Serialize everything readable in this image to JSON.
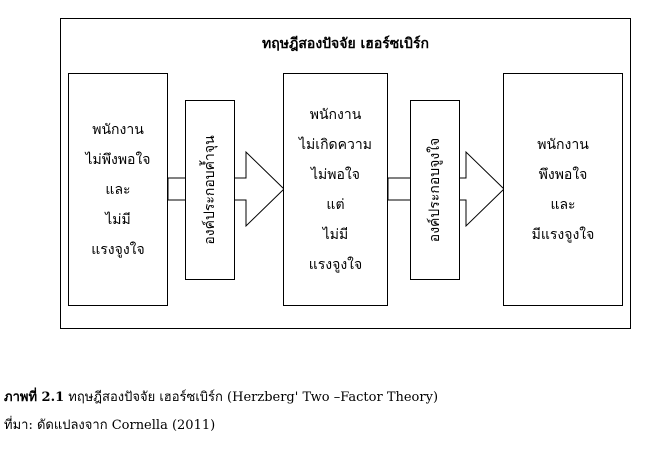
{
  "diagram": {
    "title": "ทฤษฎีสองปัจจัย เฮอร์ซเบิร์ก",
    "box1_lines": [
      "พนักงาน",
      "ไม่พึงพอใจ",
      "และ",
      "ไม่มี",
      "แรงจูงใจ"
    ],
    "connector1_label": "องค์ประกอบค้ำจุน",
    "box2_lines": [
      "พนักงาน",
      "ไม่เกิดความ",
      "ไม่พอใจ",
      "แต่",
      "ไม่มี",
      "แรงจูงใจ"
    ],
    "connector2_label": "องค์ประกอบจูงใจ",
    "box3_lines": [
      "พนักงาน",
      "พึงพอใจ",
      "และ",
      "มีแรงจูงใจ"
    ]
  },
  "caption": {
    "figure_label": "ภาพที่ 2.1",
    "figure_text": "ทฤษฎีสองปัจจัย  เฮอร์ซเบิร์ก (Herzberg' Two –Factor  Theory)",
    "source_text": "ที่มา: ดัดแปลงจาก  Cornella  (2011)"
  }
}
